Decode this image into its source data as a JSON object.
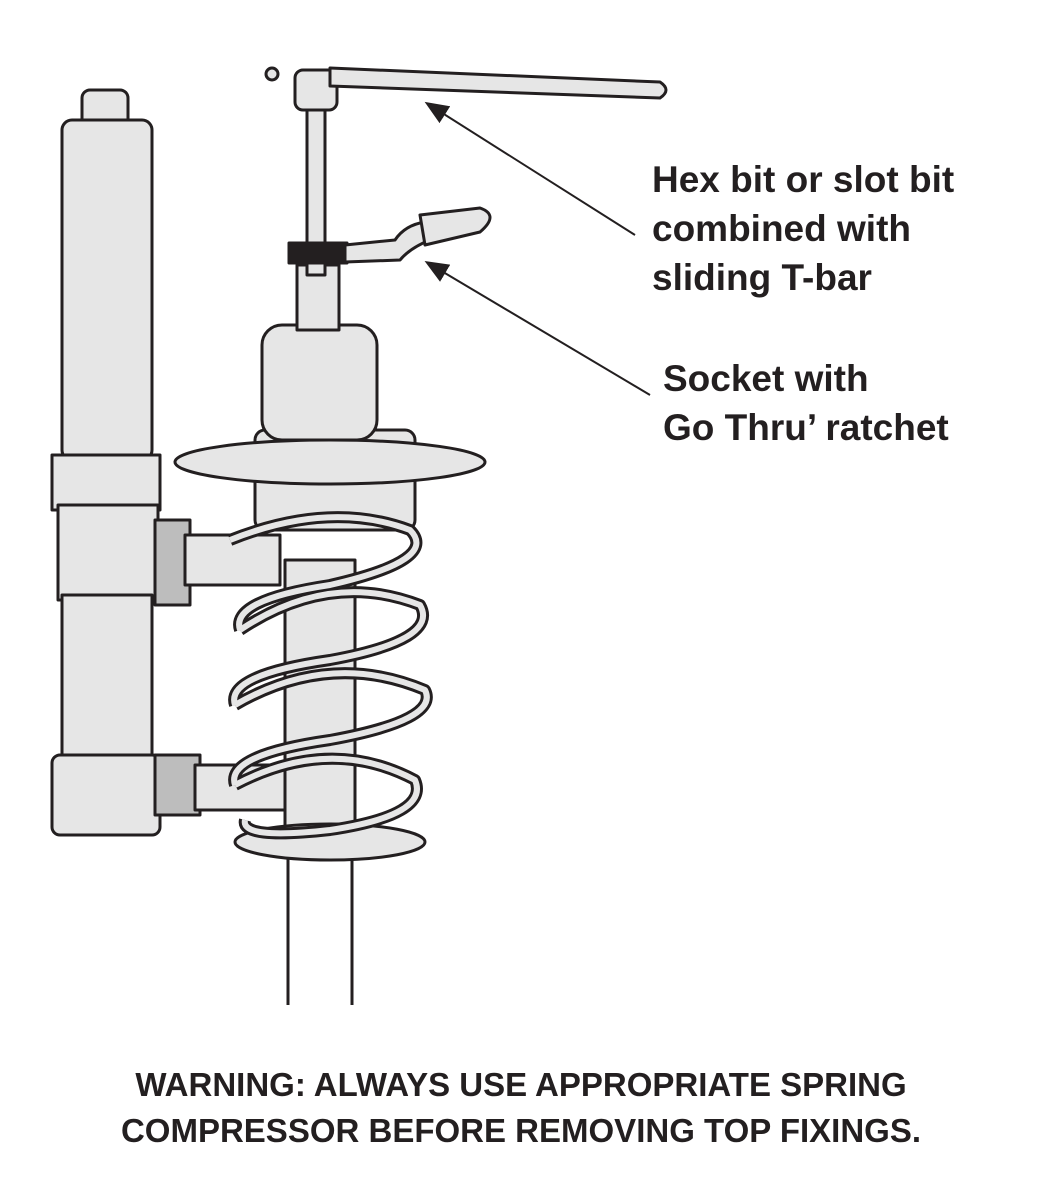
{
  "labels": {
    "tbar": [
      "Hex bit or slot bit",
      "combined with",
      "sliding T-bar"
    ],
    "ratchet": [
      "Socket with",
      "Go Thru’ ratchet"
    ]
  },
  "warning": [
    "WARNING: ALWAYS USE APPROPRIATE SPRING",
    "COMPRESSOR BEFORE REMOVING TOP FIXINGS."
  ],
  "colors": {
    "ink": "#231f20",
    "fill": "#e6e6e6",
    "shade": "#bdbdbd"
  }
}
